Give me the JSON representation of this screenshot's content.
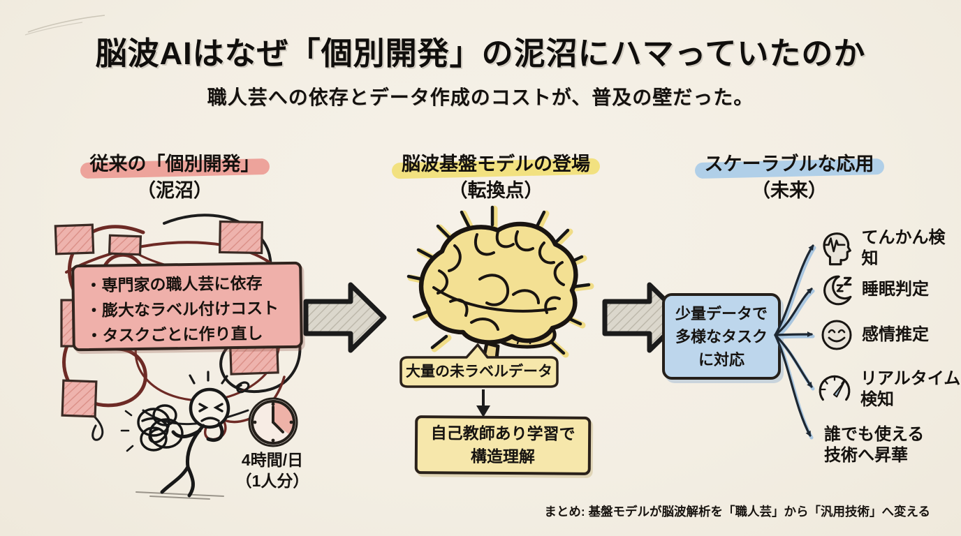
{
  "page": {
    "title": "脳波AIはなぜ「個別開発」の泥沼にハマっていたのか",
    "subtitle": "職人芸への依存とデータ作成のコストが、普及の壁だった。",
    "summary": "まとめ: 基盤モデルが脳波解析を「職人芸」から「汎用技術」へ変える"
  },
  "colors": {
    "background": "#f4efe5",
    "pink_highlight": "#ec9a92",
    "yellow_highlight": "#f2df74",
    "blue_highlight": "#a9cbe8",
    "pink_box": "#efb0aa",
    "yellow_box": "#f6e7ab",
    "blue_box": "#bdd6ec",
    "ink": "#17120e",
    "maroon_scribble": "#6d2a25"
  },
  "columns": {
    "past": {
      "heading": "従来の「個別開発」",
      "subheading": "（泥沼）",
      "problems": [
        "・専門家の職人芸に依存",
        "・膨大なラベル付けコスト",
        "・タスクごとに作り直し"
      ],
      "time_cost": "4時間/日",
      "time_cost_note": "（1人分）"
    },
    "turning_point": {
      "heading": "脳波基盤モデルの登場",
      "subheading": "（転換点）",
      "data_label": "大量の未ラベルデータ",
      "learning_label": "自己教師あり学習で\n構造理解"
    },
    "future": {
      "heading": "スケーラブルな応用",
      "subheading": "（未来）",
      "capability": "少量データで\n多様なタスク\nに対応",
      "applications": [
        {
          "icon": "epilepsy-head-icon",
          "label": "てんかん検知"
        },
        {
          "icon": "sleep-moon-icon",
          "label": "睡眠判定"
        },
        {
          "icon": "emotion-face-icon",
          "label": "感情推定"
        },
        {
          "icon": "realtime-gauge-icon",
          "label": "リアルタイム\n検知"
        },
        {
          "icon": null,
          "label": "誰でも使える\n技術へ昇華"
        }
      ]
    }
  },
  "icons": {
    "clock-icon": "labeling time per day",
    "epilepsy-head-icon": "head with EEG wave",
    "sleep-moon-icon": "crescent moon with zZ",
    "emotion-face-icon": "smiling face",
    "realtime-gauge-icon": "speedometer gauge",
    "block-arrow-icon": "hand-drawn flow arrow"
  }
}
